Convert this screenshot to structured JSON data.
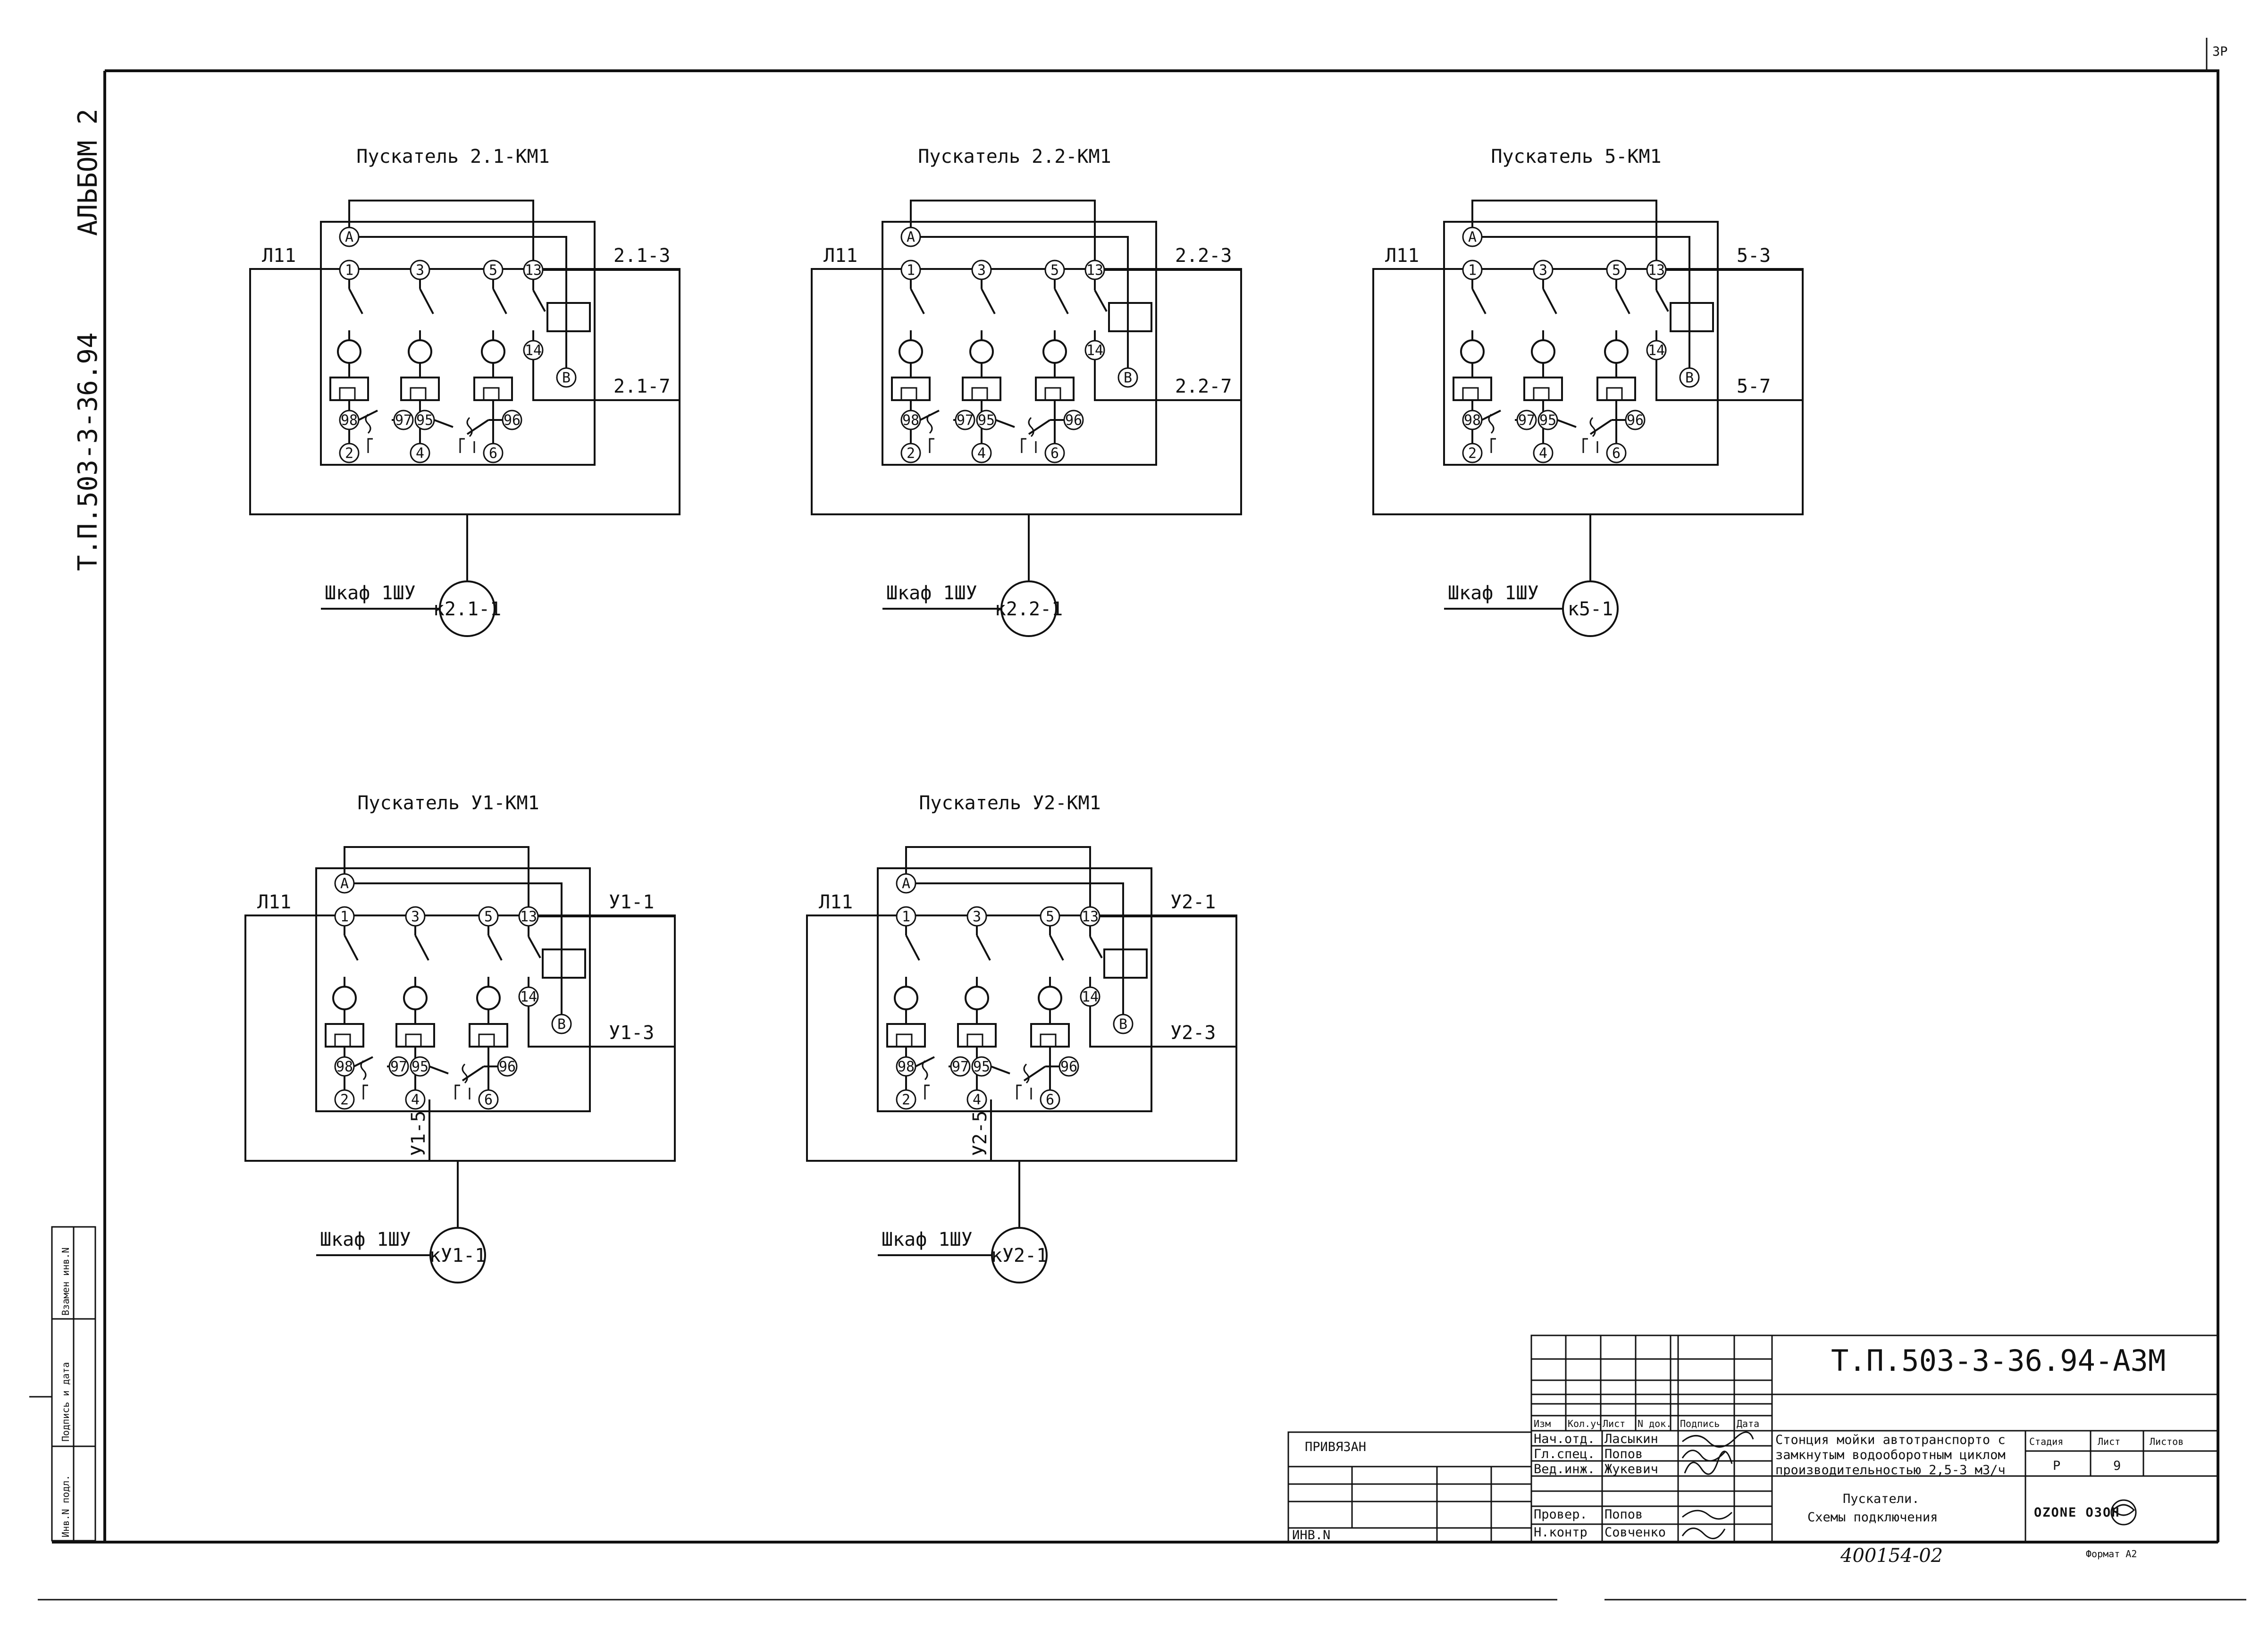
{
  "sheet": {
    "album": "АЛЬБОМ 2",
    "project_code": "Т.П.503-3-36.94",
    "corner_mark": "3P"
  },
  "cabinet_label": "Шкаф 1ШУ",
  "starters": [
    {
      "id": "s21",
      "title": "Пускатель 2.1-КМ1",
      "line": "Л11",
      "out_top": "2.1-3",
      "out_bottom": "2.1-7",
      "motor": "к2.1-1",
      "extra_wire": ""
    },
    {
      "id": "s22",
      "title": "Пускатель 2.2-КМ1",
      "line": "Л11",
      "out_top": "2.2-3",
      "out_bottom": "2.2-7",
      "motor": "к2.2-1",
      "extra_wire": ""
    },
    {
      "id": "s5",
      "title": "Пускатель 5-КМ1",
      "line": "Л11",
      "out_top": "5-3",
      "out_bottom": "5-7",
      "motor": "к5-1",
      "extra_wire": ""
    },
    {
      "id": "sy1",
      "title": "Пускатель У1-КМ1",
      "line": "Л11",
      "out_top": "У1-1",
      "out_bottom": "У1-3",
      "motor": "кУ1-1",
      "extra_wire": "У1-5"
    },
    {
      "id": "sy2",
      "title": "Пускатель У2-КМ1",
      "line": "Л11",
      "out_top": "У2-1",
      "out_bottom": "У2-3",
      "motor": "кУ2-1",
      "extra_wire": "У2-5"
    }
  ],
  "terminals": {
    "a": "A",
    "b": "B",
    "t1": "1",
    "t3": "3",
    "t5": "5",
    "t13": "13",
    "t14": "14",
    "t2": "2",
    "t4": "4",
    "t6": "6",
    "t98": "98",
    "t97": "97",
    "t95": "95",
    "t96": "96"
  },
  "title_block": {
    "doc_code": "Т.П.503-3-36.94-АЗМ",
    "privyazan": "ПРИВЯЗАН",
    "inv_n": "ИНВ.N",
    "rev_headers": [
      "Изм",
      "Кол.уч",
      "Лист",
      "N док.",
      "Подпись",
      "Дата"
    ],
    "roles": [
      {
        "role": "Нач.отд.",
        "name": "Ласыкин"
      },
      {
        "role": "Гл.спец.",
        "name": "Попов"
      },
      {
        "role": "Вед.инж.",
        "name": "Жукевич"
      },
      {
        "role": "Провер.",
        "name": "Попов"
      },
      {
        "role": "Н.контр",
        "name": "Совченко"
      }
    ],
    "project_name": [
      "Стонция мойки автотранспорто с",
      "замкнутым водооборотным циклом",
      "производительностью 2,5-3 м3/ч"
    ],
    "sheet_title": [
      "Пускатели.",
      "Схемы подключения"
    ],
    "stage_label": "Стадия",
    "stage": "Р",
    "sheet_label": "Лист",
    "sheet_no": "9",
    "sheets_label": "Листов",
    "company": "OZONE ОЗОН",
    "archive_no": "400154-02",
    "format": "Формат А2"
  },
  "side_stamp": [
    "Инв.N подл.",
    "Подпись и дата",
    "Взамен инв.N"
  ]
}
